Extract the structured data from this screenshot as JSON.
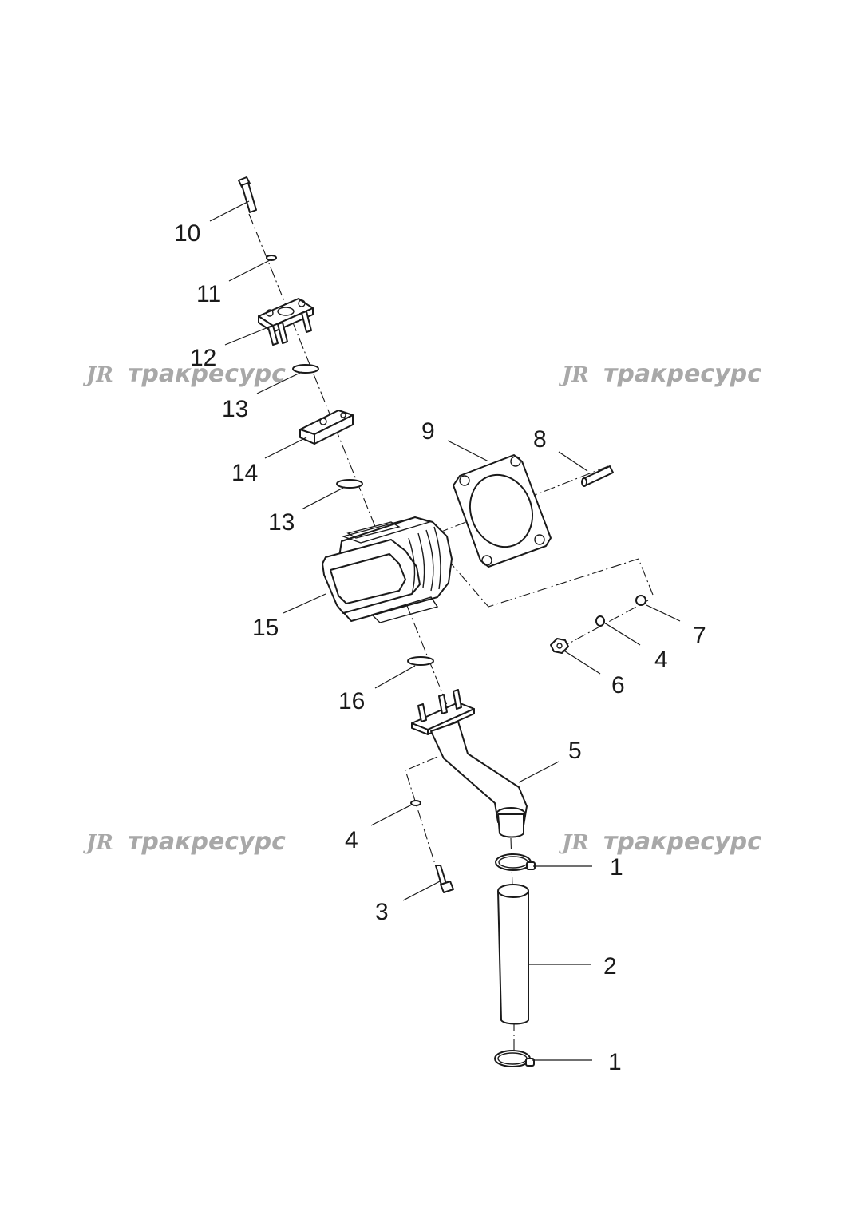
{
  "watermarks": [
    {
      "logo": "JR",
      "text": "тракресурс"
    },
    {
      "logo": "JR",
      "text": "тракресурс"
    },
    {
      "logo": "JR",
      "text": "тракресурс"
    },
    {
      "logo": "JR",
      "text": "тракресурс"
    }
  ],
  "callouts": [
    "10",
    "11",
    "12",
    "13",
    "14",
    "13",
    "9",
    "8",
    "15",
    "7",
    "4",
    "6",
    "16",
    "5",
    "4",
    "1",
    "3",
    "2",
    "1"
  ],
  "colors": {
    "line": "#1a1a1a",
    "watermark": "#a8a8a8",
    "background": "#ffffff"
  }
}
